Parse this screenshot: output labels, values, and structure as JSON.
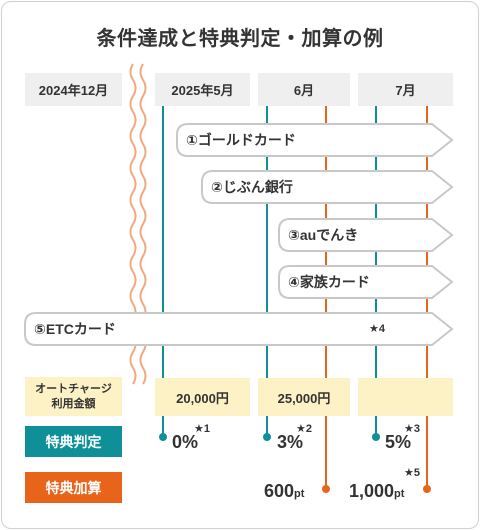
{
  "title": "条件達成と特典判定・加算の例",
  "columns": [
    "2024年12月",
    "2025年5月",
    "6月",
    "7月"
  ],
  "conditions": [
    {
      "label": "①ゴールドカード"
    },
    {
      "label": "②じぶん銀行"
    },
    {
      "label": "③auでんき"
    },
    {
      "label": "④家族カード"
    },
    {
      "label": "⑤ETCカード"
    }
  ],
  "etc_note": "★4",
  "amount_label_line1": "オートチャージ",
  "amount_label_line2": "利用金額",
  "amounts": [
    "20,000円",
    "25,000円",
    ""
  ],
  "judge_label": "特典判定",
  "judge_values": [
    {
      "value": "0%",
      "note": "★1"
    },
    {
      "value": "3%",
      "note": "★2"
    },
    {
      "value": "5%",
      "note": "★3"
    }
  ],
  "add_label": "特典加算",
  "add_values": [
    {
      "value": "600",
      "unit": "pt",
      "note": ""
    },
    {
      "value": "1,000",
      "unit": "pt",
      "note": "★5"
    }
  ],
  "colors": {
    "teal": "#0f8f97",
    "orange": "#e8641b",
    "pill_border": "#c8c8c8",
    "amount_bg": "#fdf1c6",
    "header_bg": "#efefef"
  }
}
